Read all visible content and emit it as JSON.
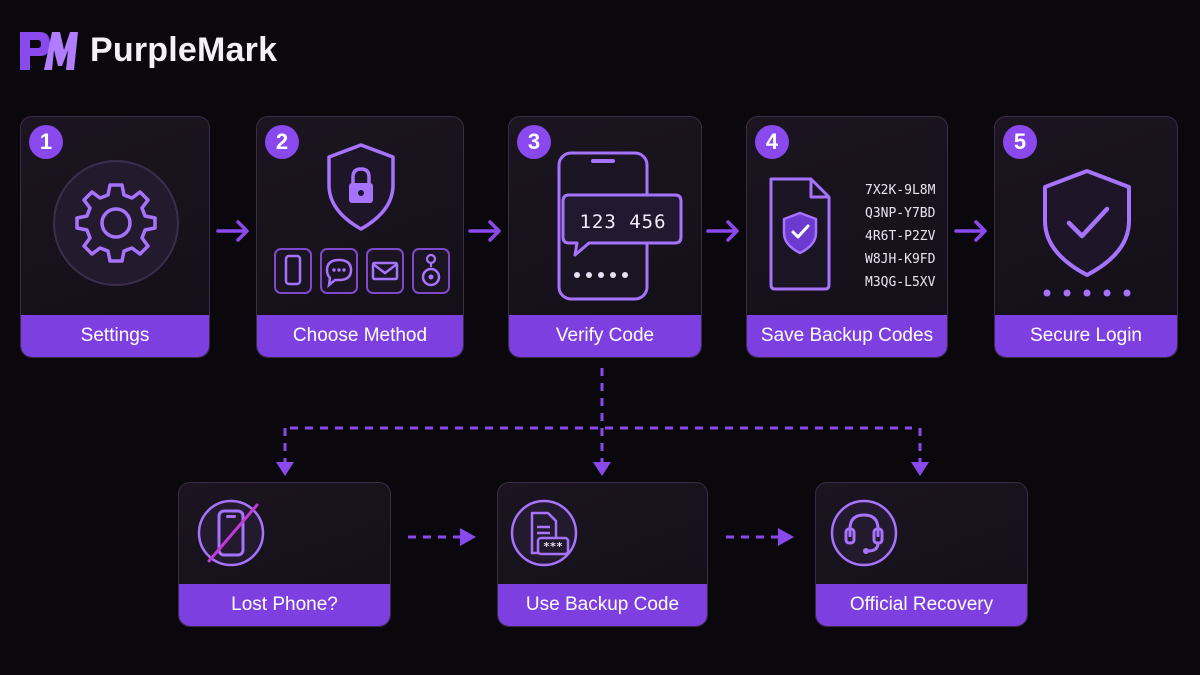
{
  "brand": {
    "name": "PurpleMark",
    "logo": "PM"
  },
  "steps": [
    {
      "number": "1",
      "label": "Settings",
      "icon": "gear-icon"
    },
    {
      "number": "2",
      "label": "Choose Method",
      "icon": "shield-lock-icon",
      "method_icons": [
        "phone-icon",
        "chat-icon",
        "mail-icon",
        "security-key-icon"
      ]
    },
    {
      "number": "3",
      "label": "Verify Code",
      "icon": "phone-message-icon",
      "code": "123 456"
    },
    {
      "number": "4",
      "label": "Save Backup Codes",
      "icon": "document-shield-icon",
      "codes": [
        "7X2K-9L8M",
        "Q3NP-Y7BD",
        "4R6T-P2ZV",
        "W8JH-K9FD",
        "M3QG-L5XV"
      ]
    },
    {
      "number": "5",
      "label": "Secure Login",
      "icon": "shield-check-icon"
    }
  ],
  "recovery": [
    {
      "label": "Lost Phone?",
      "icon": "phone-crossed-icon"
    },
    {
      "label": "Use Backup Code",
      "icon": "document-code-icon"
    },
    {
      "label": "Official Recovery",
      "icon": "headset-icon"
    }
  ],
  "colors": {
    "accent": "#7e3fe0",
    "accent_light": "#a673ff",
    "background": "#0b080d",
    "card_border": "#3a2b47"
  }
}
